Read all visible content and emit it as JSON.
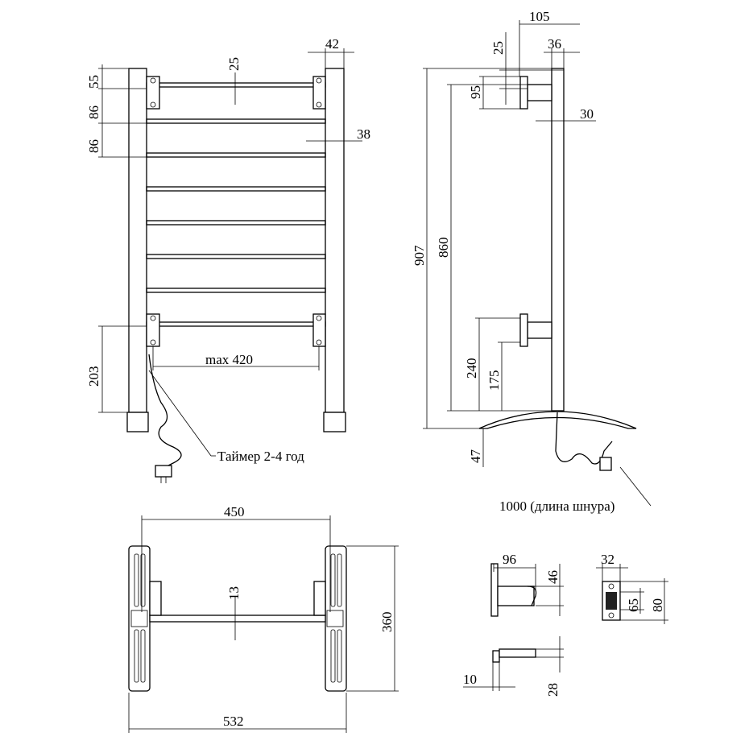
{
  "front_view": {
    "dims": {
      "d55": "55",
      "d86a": "86",
      "d86b": "86",
      "d25": "25",
      "d42": "42",
      "d38": "38",
      "d203": "203",
      "max": "max 420"
    },
    "timer_label": "Таймер 2-4 год"
  },
  "side_view": {
    "dims": {
      "d105": "105",
      "d25": "25",
      "d36": "36",
      "d95": "95",
      "d30": "30",
      "d907": "907",
      "d860": "860",
      "d240": "240",
      "d175": "175",
      "d47": "47"
    },
    "cord_label": "1000 (длина шнура)"
  },
  "top_view": {
    "dims": {
      "d450": "450",
      "d13": "13",
      "d360": "360",
      "d532": "532"
    }
  },
  "details": {
    "dims": {
      "d96": "96",
      "d46": "46",
      "d10": "10",
      "d28": "28",
      "d32": "32",
      "d65": "65",
      "d80": "80"
    }
  }
}
